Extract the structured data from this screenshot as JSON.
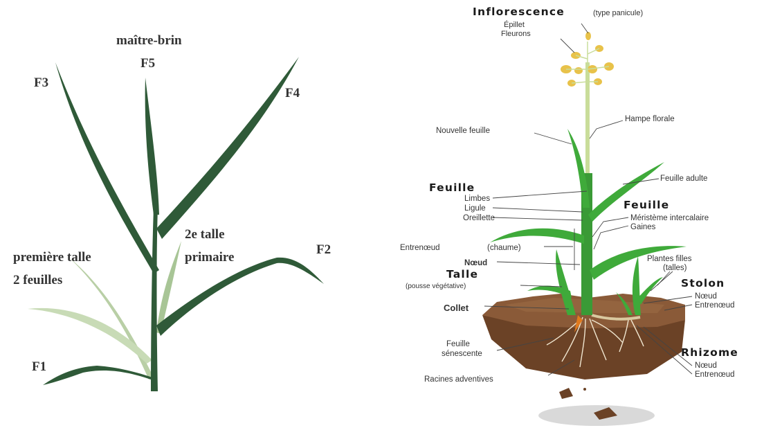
{
  "left_panel": {
    "labels": {
      "main_stem": "maître-brin",
      "f5": "F5",
      "f3": "F3",
      "f4": "F4",
      "f2": "F2",
      "f1": "F1",
      "tiller2": "2e talle",
      "primary": "primaire",
      "first_tiller": "première talle",
      "two_leaves": "2 feuilles"
    }
  },
  "right_panel": {
    "inflorescence": "Inflorescence",
    "inflorescence_type": "(type panicule)",
    "spikelet": "Épillet",
    "florets": "Fleurons",
    "flower_stalk": "Hampe florale",
    "new_leaf": "Nouvelle feuille",
    "adult_leaf": "Feuille adulte",
    "leaf_left_title": "Feuille",
    "blades": "Limbes",
    "ligule": "Ligule",
    "auricle": "Oreillette",
    "leaf_right_title": "Feuille",
    "meristem": "Méristème intercalaire",
    "sheaths": "Gaines",
    "internode_left": "Entrenœud",
    "culm": "(chaume)",
    "node_left": "Nœud",
    "tiller_title": "Talle",
    "tiller_sub": "(pousse végétative)",
    "daughter_plants": "Plantes filles",
    "daughter_sub": "(talles)",
    "stolon_title": "Stolon",
    "stolon_node": "Nœud",
    "stolon_internode": "Entrenœud",
    "collar": "Collet",
    "senescent_leaf_1": "Feuille",
    "senescent_leaf_2": "sénescente",
    "rhizome_title": "Rhizome",
    "rhizome_node": "Nœud",
    "rhizome_internode": "Entrenœud",
    "adventitious_roots": "Racines adventives"
  },
  "colors": {
    "dark_leaf": "#2f5a38",
    "pale_leaf": "#b9cfa6",
    "bright_green": "#3faa3a",
    "stalk": "#c9dd9a",
    "flower": "#e8c24a",
    "soil_top": "#8a5a38",
    "soil_side": "#6b4226",
    "text": "#333333"
  }
}
